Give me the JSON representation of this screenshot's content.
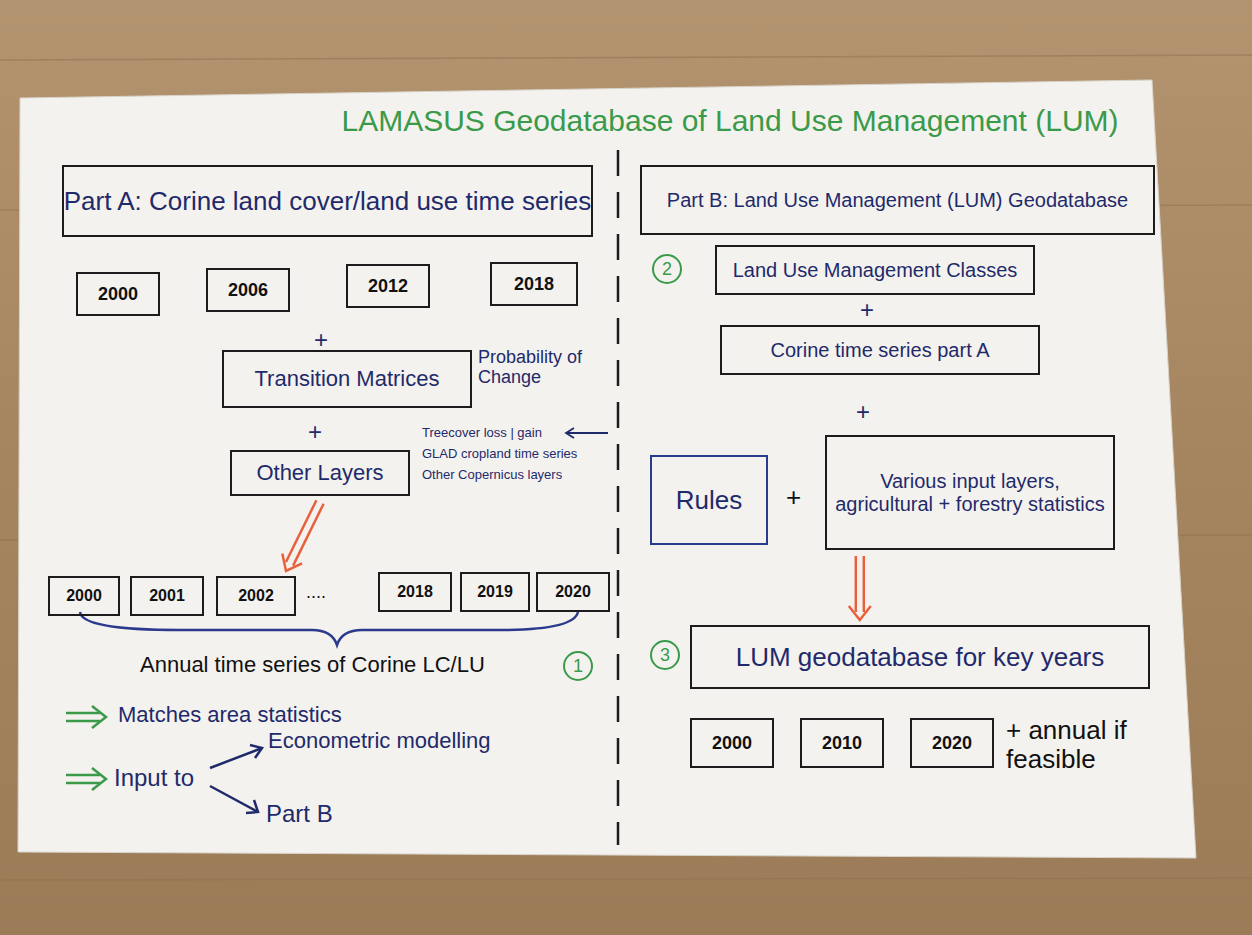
{
  "diagram": {
    "title": "LAMASUS Geodatabase of Land Use Management (LUM)",
    "nodes": [
      {
        "text": [
          "Part A: Corine land cover/land use time series"
        ]
      },
      {
        "text": [
          "2000"
        ]
      },
      {
        "text": [
          "2006"
        ]
      },
      {
        "text": [
          "2012"
        ]
      },
      {
        "text": [
          "2018"
        ]
      },
      {
        "text": [
          "Transition Matrices"
        ]
      },
      {
        "text": [
          "Other Layers"
        ]
      },
      {
        "text": [
          "2000"
        ]
      },
      {
        "text": [
          "2001"
        ]
      },
      {
        "text": [
          "2002"
        ]
      },
      {
        "text": [
          "2018"
        ]
      },
      {
        "text": [
          "2019"
        ]
      },
      {
        "text": [
          "2020"
        ]
      },
      {
        "text": [
          "Part B: Land Use Management (LUM) Geodatabase"
        ]
      },
      {
        "text": [
          "Land Use Management Classes"
        ]
      },
      {
        "text": [
          "Corine time series part A"
        ]
      },
      {
        "text": [
          "Rules"
        ]
      },
      {
        "text": [
          "Various input layers, agricultural + forestry statistics"
        ]
      },
      {
        "text": [
          "LUM geodatabase for key years"
        ]
      },
      {
        "text": [
          "2000"
        ]
      },
      {
        "text": [
          "2010"
        ]
      },
      {
        "text": [
          "2020"
        ]
      }
    ],
    "edges": [
      {
        "from": 6,
        "to": 9,
        "arrow": "to"
      },
      {
        "from": 17,
        "to": 18,
        "arrow": "to"
      }
    ],
    "labels": [
      "+",
      "Probability of Change",
      "+",
      "Treecover loss | gain",
      "GLAD cropland time series",
      "Other Copernicus layers",
      "....",
      "Annual time series of Corine LC/LU",
      "1",
      "Matches area statistics",
      "Input to",
      "Econometric modelling",
      "Part B",
      "2",
      "+",
      "+",
      "+",
      "3",
      "+ annual if feasible"
    ]
  }
}
